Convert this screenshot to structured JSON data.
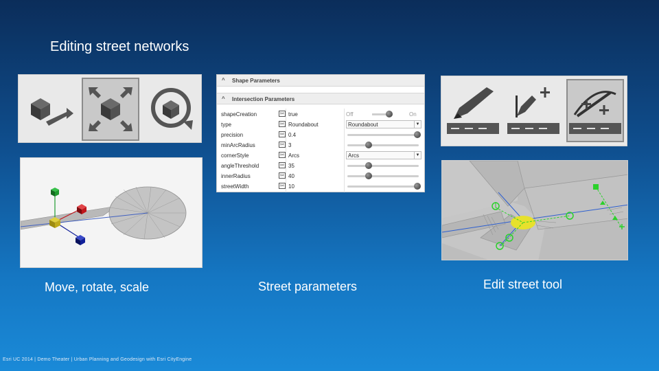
{
  "slide": {
    "title": "Editing street networks",
    "captions": {
      "move": "Move, rotate, scale",
      "params": "Street parameters",
      "edit": "Edit street tool"
    },
    "footer": "Esri UC 2014 | Demo Theater |  Urban Planning and Geodesign with Esri CityEngine"
  },
  "transform_tools": [
    "move-tool-icon",
    "scale-tool-icon",
    "rotate-tool-icon"
  ],
  "street_tools": [
    "freehand-street-icon",
    "add-street-icon",
    "edit-street-icon"
  ],
  "panel": {
    "header1": "Shape Parameters",
    "header2": "Intersection Parameters",
    "toggle_off": "Off",
    "toggle_on": "On",
    "rows": [
      {
        "name": "shapeCreation",
        "value": "true"
      },
      {
        "name": "type",
        "value": "Roundabout",
        "combo": "Roundabout"
      },
      {
        "name": "precision",
        "value": "0.4",
        "slider": 0.98
      },
      {
        "name": "minArcRadius",
        "value": "3",
        "slider": 0.3
      },
      {
        "name": "cornerStyle",
        "value": "Arcs",
        "combo": "Arcs"
      },
      {
        "name": "angleThreshold",
        "value": "35",
        "slider": 0.3
      },
      {
        "name": "innerRadius",
        "value": "40",
        "slider": 0.3
      },
      {
        "name": "streetWidth",
        "value": "10",
        "slider": 0.98
      }
    ]
  },
  "colors": {
    "gizmo_green": "#1e9a2e",
    "gizmo_red": "#c0161c",
    "gizmo_blue": "#11209a",
    "gizmo_yellow": "#c9b21a",
    "edit_green": "#2bd12b",
    "highlight_yellow": "#e7e12c",
    "centerline_blue": "#2d5fd0"
  }
}
